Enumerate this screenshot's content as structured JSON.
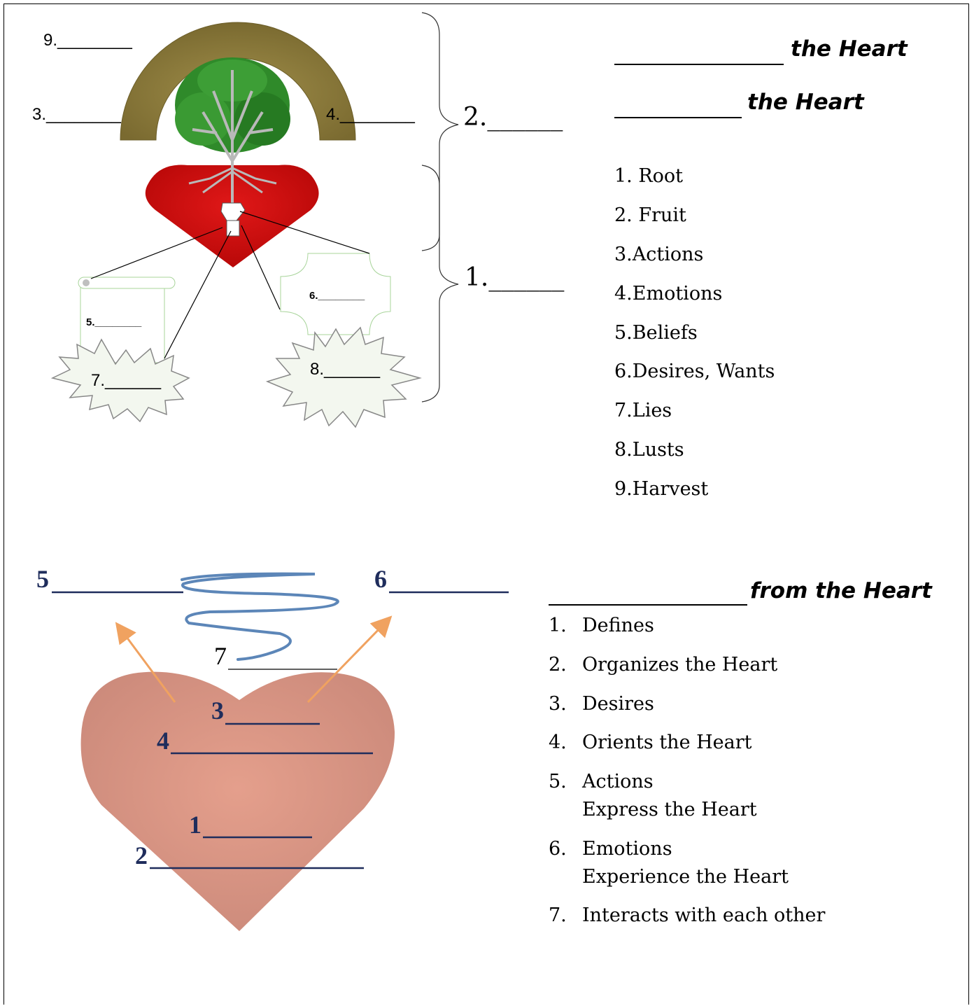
{
  "top_diagram": {
    "labels": {
      "l9": "9.________",
      "l3": "3.________",
      "l4": "4.________",
      "l2": "2.______",
      "l1": "1.______",
      "l5": "5.________",
      "l6": "6.________",
      "l7": "7.______",
      "l8": "8.______"
    }
  },
  "top_right": {
    "heading1": "the Heart",
    "heading2": "the Heart",
    "items": [
      "1. Root",
      "2. Fruit",
      "3.Actions",
      "4.Emotions",
      "5.Beliefs",
      "6.Desires, Wants",
      "7.Lies",
      "8.Lusts",
      "9.Harvest"
    ]
  },
  "bottom_diagram": {
    "n5": "5",
    "n6": "6",
    "n7": "7",
    "n3": "3",
    "n4": "4",
    "n1": "1",
    "n2": "2"
  },
  "bottom_right": {
    "heading": "from the Heart",
    "items": [
      {
        "num": "1.",
        "line1": "Defines",
        "line2": ""
      },
      {
        "num": "2.",
        "line1": "Organizes the Heart",
        "line2": ""
      },
      {
        "num": "3.",
        "line1": "Desires",
        "line2": ""
      },
      {
        "num": "4.",
        "line1": "Orients the Heart",
        "line2": ""
      },
      {
        "num": "5.",
        "line1": "Actions",
        "line2": "Express the Heart"
      },
      {
        "num": "6.",
        "line1": "Emotions",
        "line2": "Experience the Heart"
      },
      {
        "num": "7.",
        "line1": "Interacts with each other",
        "line2": ""
      }
    ]
  },
  "colors": {
    "arch": "#8a7a3a",
    "heart_red": "#d10f0f",
    "tree_green": "#2f8a2a",
    "heart_pink": "#d9927e",
    "arrow_orange": "#f0a260",
    "spring_blue": "#5c86b8",
    "label_blue": "#1f2d5c"
  }
}
